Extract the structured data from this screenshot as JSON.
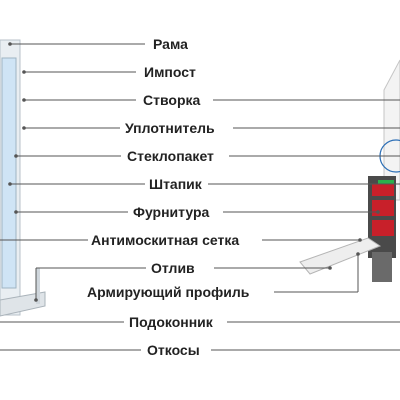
{
  "labels": [
    "Рама",
    "Импост",
    "Створка",
    "Уплотнитель",
    "Стеклопакет",
    "Штапик",
    "Фурнитура",
    "Антимоскитная сетка",
    "Отлив",
    "Армирующий профиль",
    "Подоконник",
    "Откосы"
  ],
  "colors": {
    "line": "#555555",
    "text": "#222222",
    "glass": "#cfe4f5",
    "frame_white": "#ffffff",
    "profile_red": "#c8202a",
    "profile_dark": "#4a4a4a",
    "seal_green": "#2bb24c"
  }
}
